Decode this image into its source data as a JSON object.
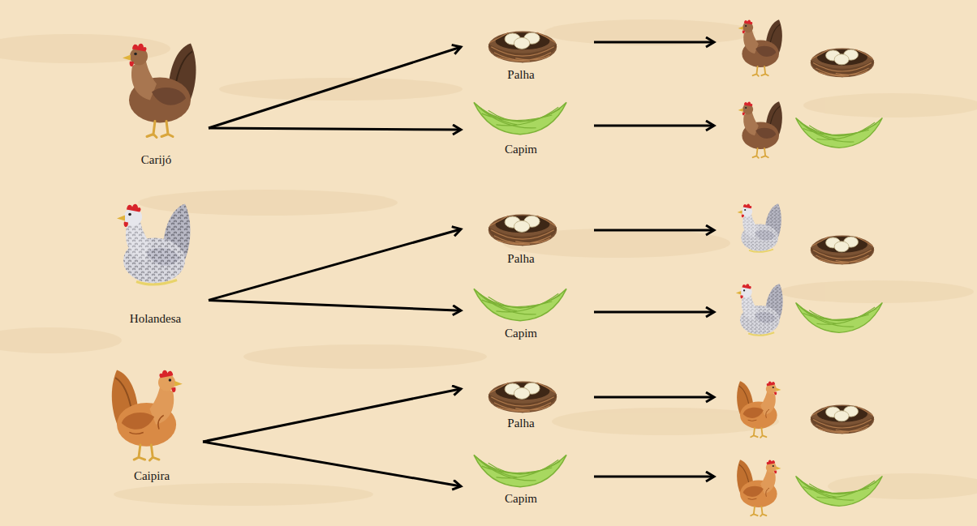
{
  "diagram": {
    "nodes": [
      {
        "text": [
          "Carijó"
        ]
      },
      {
        "text": [
          "Palha"
        ]
      },
      {
        "text": [
          "Capim"
        ]
      },
      {
        "text": [
          "Holandesa"
        ]
      },
      {
        "text": [
          "Palha"
        ]
      },
      {
        "text": [
          "Capim"
        ]
      },
      {
        "text": [
          "Caipira"
        ]
      },
      {
        "text": [
          "Palha"
        ]
      },
      {
        "text": [
          "Capim"
        ]
      }
    ],
    "edges": [
      {
        "from": 0,
        "to": 1,
        "arrow": "to"
      },
      {
        "from": 0,
        "to": 2,
        "arrow": "to"
      },
      {
        "from": 3,
        "to": 4,
        "arrow": "to"
      },
      {
        "from": 3,
        "to": 5,
        "arrow": "to"
      },
      {
        "from": 6,
        "to": 7,
        "arrow": "to"
      },
      {
        "from": 6,
        "to": 8,
        "arrow": "to"
      }
    ]
  }
}
